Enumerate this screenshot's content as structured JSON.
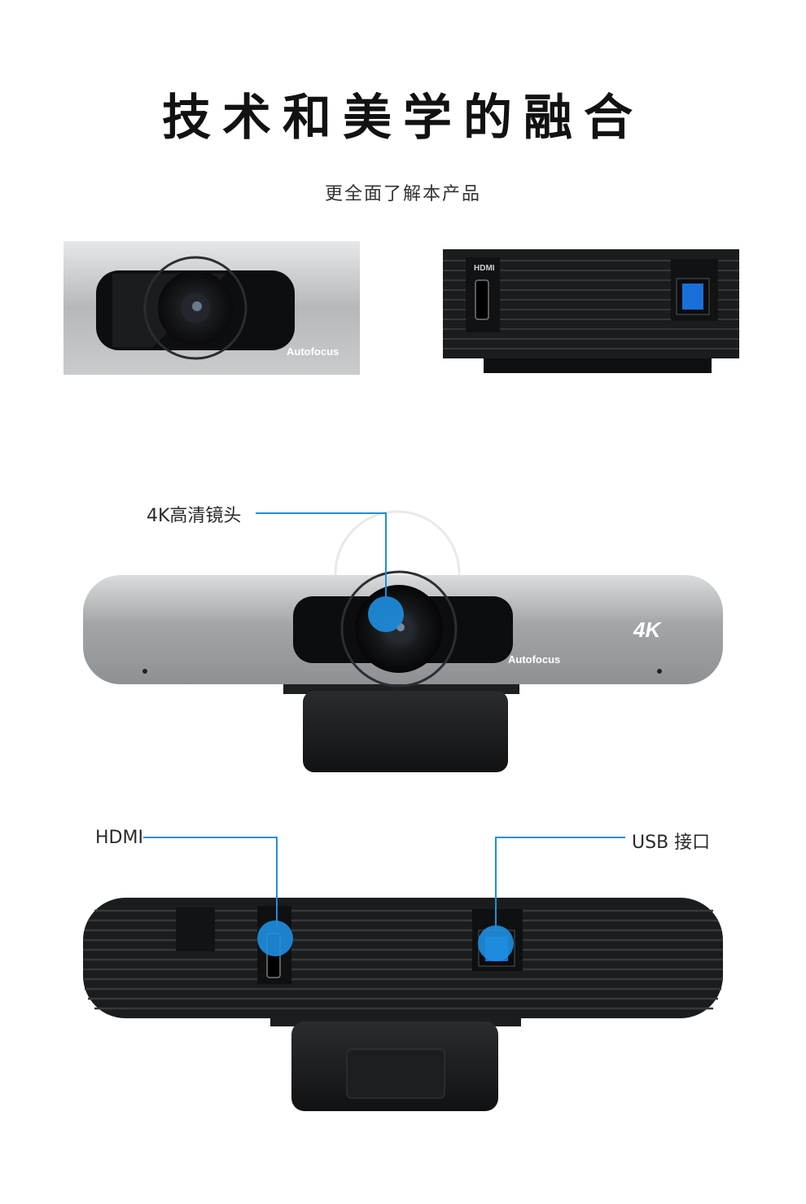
{
  "header": {
    "title": "技术和美学的融合",
    "subtitle": "更全面了解本产品"
  },
  "thumbnails": {
    "front_text": "Autofocus",
    "rear_port_text": "HDMI"
  },
  "front_view": {
    "lens_label": "Autofocus",
    "badge": "4K"
  },
  "callouts": {
    "lens": "4K高清镜头",
    "hdmi": "HDMI",
    "usb": "USB 接口"
  },
  "colors": {
    "callout_line": "#1f8fd6",
    "highlight": "#1e8fe0",
    "body_silver": "#a9acae",
    "body_dark": "#1b1c1e"
  }
}
